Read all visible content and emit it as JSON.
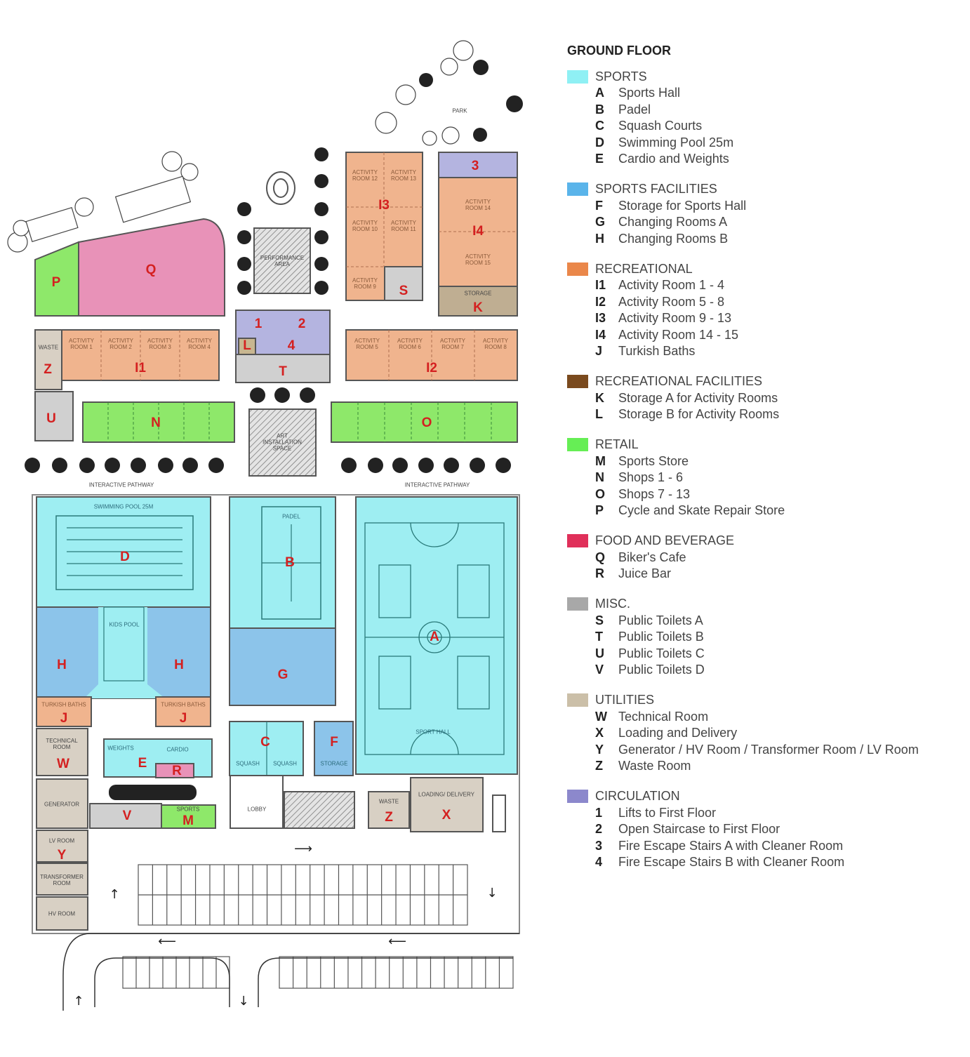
{
  "legend": {
    "title": "GROUND FLOOR",
    "categories": [
      {
        "name": "SPORTS",
        "color": "#8ff0f4",
        "items": [
          {
            "code": "A",
            "label": "Sports Hall"
          },
          {
            "code": "B",
            "label": "Padel"
          },
          {
            "code": "C",
            "label": "Squash Courts"
          },
          {
            "code": "D",
            "label": "Swimming Pool 25m"
          },
          {
            "code": "E",
            "label": "Cardio and Weights"
          }
        ]
      },
      {
        "name": "SPORTS FACILITIES",
        "color": "#5ab4ea",
        "items": [
          {
            "code": "F",
            "label": "Storage for Sports Hall"
          },
          {
            "code": "G",
            "label": "Changing Rooms A"
          },
          {
            "code": "H",
            "label": "Changing Rooms B"
          }
        ]
      },
      {
        "name": "RECREATIONAL",
        "color": "#ea874a",
        "items": [
          {
            "code": "I1",
            "label": "Activity Room 1 - 4"
          },
          {
            "code": "I2",
            "label": "Activity Room 5 - 8"
          },
          {
            "code": "I3",
            "label": "Activity Room 9 - 13"
          },
          {
            "code": "I4",
            "label": "Activity Room 14 - 15"
          },
          {
            "code": "J",
            "label": "Turkish Baths"
          }
        ]
      },
      {
        "name": "RECREATIONAL FACILITIES",
        "color": "#7a4a1e",
        "items": [
          {
            "code": "K",
            "label": "Storage A for Activity Rooms"
          },
          {
            "code": "L",
            "label": "Storage B for Activity Rooms"
          }
        ]
      },
      {
        "name": "RETAIL",
        "color": "#66ee55",
        "items": [
          {
            "code": "M",
            "label": "Sports Store"
          },
          {
            "code": "N",
            "label": "Shops 1 - 6"
          },
          {
            "code": "O",
            "label": "Shops 7 - 13"
          },
          {
            "code": "P",
            "label": "Cycle and Skate Repair Store"
          }
        ]
      },
      {
        "name": "FOOD AND BEVERAGE",
        "color": "#e0305a",
        "items": [
          {
            "code": "Q",
            "label": "Biker's Cafe"
          },
          {
            "code": "R",
            "label": "Juice Bar"
          }
        ]
      },
      {
        "name": "MISC.",
        "color": "#a8a8a8",
        "items": [
          {
            "code": "S",
            "label": "Public Toilets A"
          },
          {
            "code": "T",
            "label": "Public Toilets B"
          },
          {
            "code": "U",
            "label": "Public Toilets C"
          },
          {
            "code": "V",
            "label": "Public Toilets D"
          }
        ]
      },
      {
        "name": "UTILITIES",
        "color": "#cbbfa8",
        "items": [
          {
            "code": "W",
            "label": "Technical Room"
          },
          {
            "code": "X",
            "label": "Loading and Delivery"
          },
          {
            "code": "Y",
            "label": "Generator / HV Room / Transformer Room / LV Room"
          },
          {
            "code": "Z",
            "label": "Waste Room"
          }
        ]
      },
      {
        "name": "CIRCULATION",
        "color": "#8c88cc",
        "items": [
          {
            "code": "1",
            "label": "Lifts to First Floor"
          },
          {
            "code": "2",
            "label": "Open Staircase to First Floor"
          },
          {
            "code": "3",
            "label": "Fire Escape Stairs A with Cleaner Room"
          },
          {
            "code": "4",
            "label": "Fire Escape Stairs B with Cleaner Room"
          }
        ]
      }
    ]
  },
  "plan": {
    "park": "PARK",
    "pathway_left": "INTERACTIVE PATHWAY",
    "pathway_right": "INTERACTIVE PATHWAY",
    "performance_area": "PERFORMANCE AREA",
    "art_space": "ART INSTALLATION SPACE",
    "rooms": {
      "A": "A",
      "B": "B",
      "C": "C",
      "D": "D",
      "E": "E",
      "F": "F",
      "G": "G",
      "H1": "H",
      "H2": "H",
      "I1": "I1",
      "I2": "I2",
      "I3": "I3",
      "I4": "I4",
      "J1": "J",
      "J2": "J",
      "K": "K",
      "L": "L",
      "M": "M",
      "N": "N",
      "O": "O",
      "P": "P",
      "Q": "Q",
      "R": "R",
      "S": "S",
      "T": "T",
      "U": "U",
      "V": "V",
      "W": "W",
      "X": "X",
      "Y": "Y",
      "Z1": "Z",
      "Z2": "Z",
      "C1": "1",
      "C2": "2",
      "C3": "3",
      "C4": "4"
    },
    "small": {
      "ar12": "ACTIVITY ROOM 12",
      "ar13": "ACTIVITY ROOM 13",
      "ar10": "ACTIVITY ROOM 10",
      "ar11": "ACTIVITY ROOM 11",
      "ar9": "ACTIVITY ROOM 9",
      "ar14": "ACTIVITY ROOM 14",
      "ar15": "ACTIVITY ROOM 15",
      "ar1": "ACTIVITY ROOM 1",
      "ar2": "ACTIVITY ROOM 2",
      "ar3": "ACTIVITY ROOM 3",
      "ar4": "ACTIVITY ROOM 4",
      "ar5": "ACTIVITY ROOM 5",
      "ar6": "ACTIVITY ROOM 6",
      "ar7": "ACTIVITY ROOM 7",
      "ar8": "ACTIVITY ROOM 8",
      "waste": "WASTE",
      "pool": "SWIMMING POOL 25M",
      "padel": "PADEL",
      "kids": "KIDS POOL",
      "sport_hall": "SPORT HALL",
      "squash1": "SQUASH",
      "squash2": "SQUASH",
      "storage": "STORAGE",
      "weights": "WEIGHTS",
      "cardio": "CARDIO",
      "lobby": "LOBBY",
      "generator": "GENERATOR",
      "lv": "LV ROOM",
      "transformer": "TRANSFORMER ROOM",
      "hv": "HV ROOM",
      "technical": "TECHNICAL ROOM",
      "loading": "LOADING/ DELIVERY",
      "waste2": "WASTE",
      "turkish1": "TURKISH BATHS",
      "turkish2": "TURKISH BATHS",
      "sports": "SPORTS",
      "storage_k": "STORAGE"
    }
  }
}
